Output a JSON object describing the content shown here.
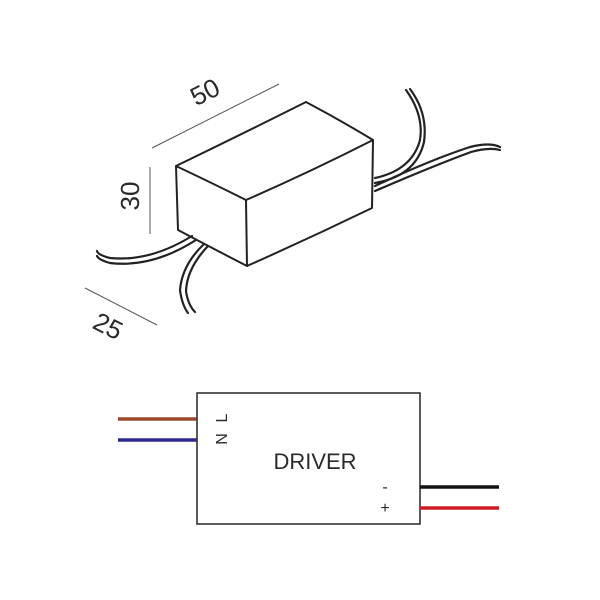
{
  "dimensions": {
    "length": "50",
    "height": "30",
    "width": "25"
  },
  "schematic": {
    "label": "DRIVER",
    "input_n": "N",
    "input_l": "L",
    "output_neg": "-",
    "output_pos": "+"
  },
  "wire_colors": {
    "live": "#9b4a2c",
    "neutral": "#2c2a8c",
    "negative": "#111111",
    "positive": "#d01c24"
  }
}
